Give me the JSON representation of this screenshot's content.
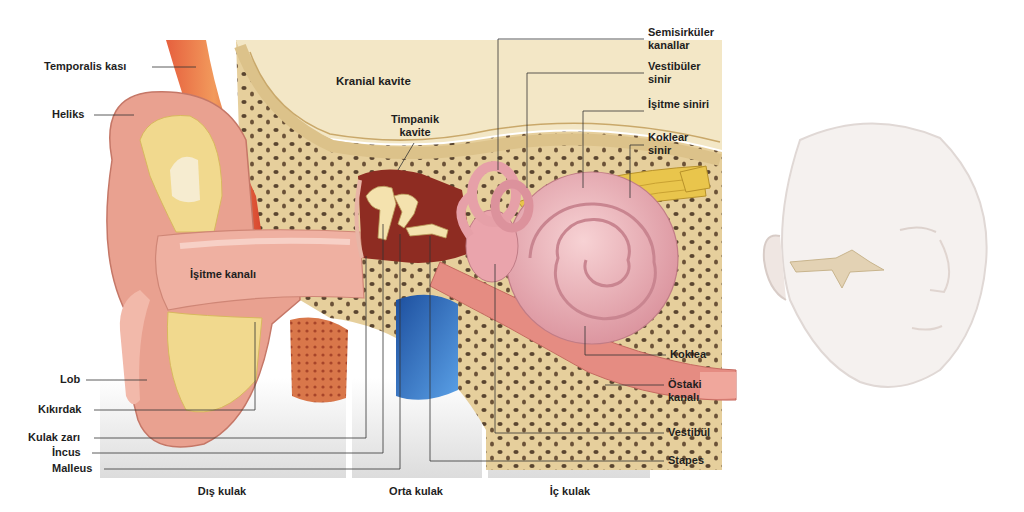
{
  "diagram": {
    "labels": [
      "Temporalis kası",
      "Heliks",
      "Kranial kavite",
      "Timpanik kavite",
      "Semisirküler kanallar",
      "Vestibüler sinir",
      "İşitme siniri",
      "Koklear sinir",
      "İşitme kanalı",
      "Lob",
      "Kıkırdak",
      "Kulak zarı",
      "İncus",
      "Malleus",
      "Koklea",
      "Östaki kanalı",
      "Vestibül",
      "Stapes",
      "Dış kulak",
      "Orta kulak",
      "İç kulak"
    ]
  }
}
